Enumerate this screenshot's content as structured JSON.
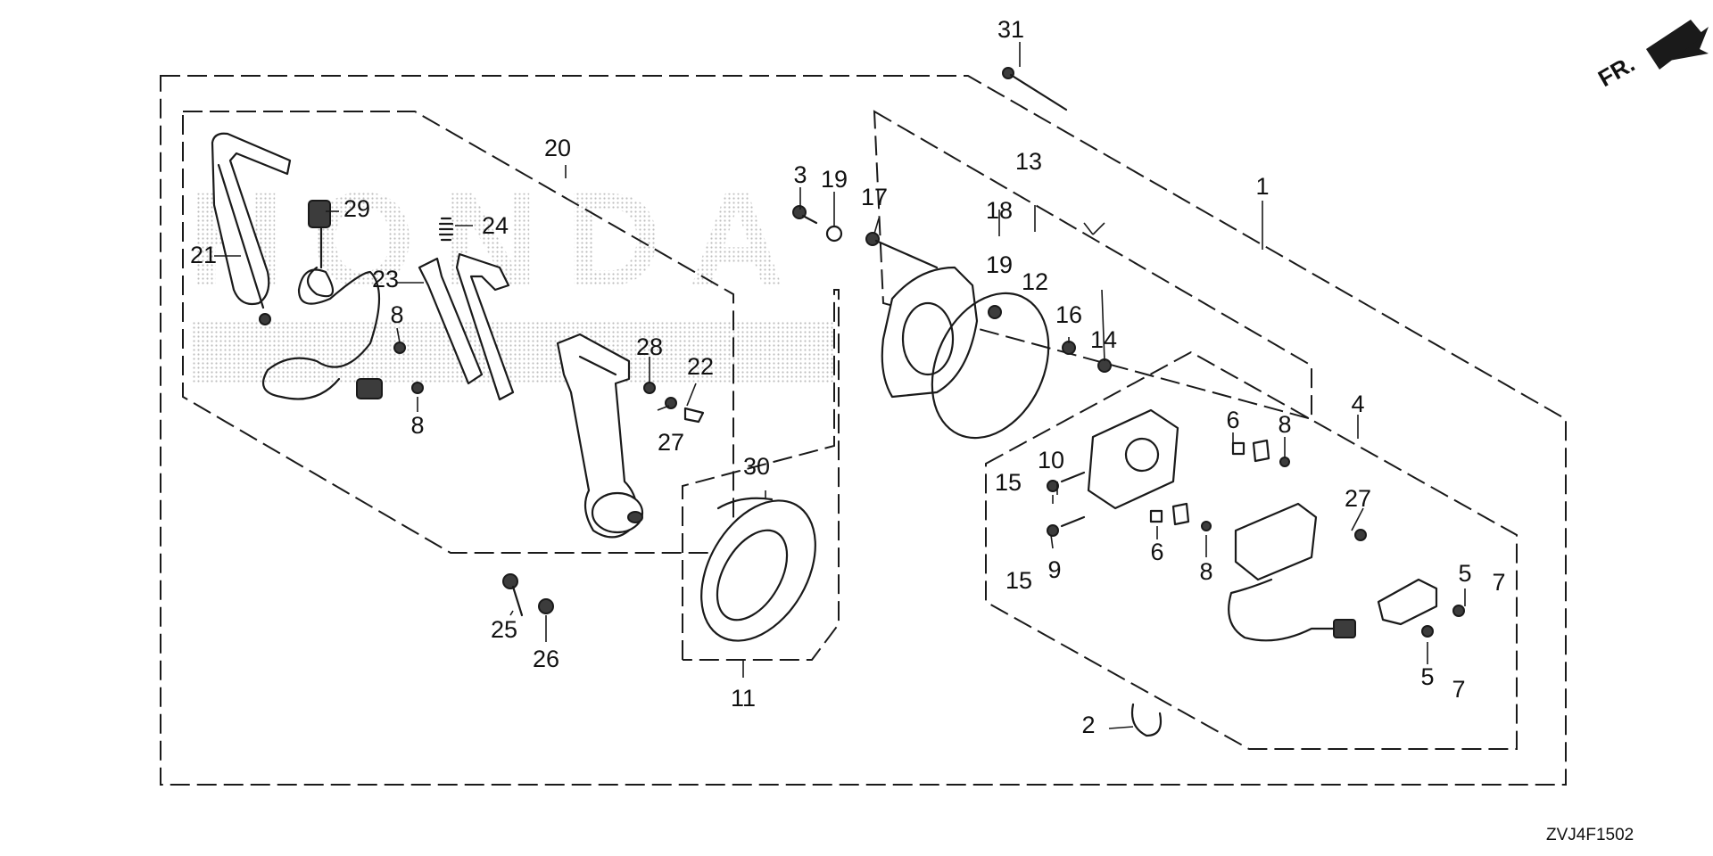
{
  "diagram_code": "ZVJ4F1502",
  "direction_label": "FR.",
  "watermark_text": "HONDA",
  "callouts": [
    {
      "id": "c1",
      "label": "1"
    },
    {
      "id": "c2",
      "label": "2"
    },
    {
      "id": "c3",
      "label": "3"
    },
    {
      "id": "c4",
      "label": "4"
    },
    {
      "id": "c5a",
      "label": "5"
    },
    {
      "id": "c5b",
      "label": "5"
    },
    {
      "id": "c6a",
      "label": "6"
    },
    {
      "id": "c6b",
      "label": "6"
    },
    {
      "id": "c7a",
      "label": "7"
    },
    {
      "id": "c7b",
      "label": "7"
    },
    {
      "id": "c8a",
      "label": "8"
    },
    {
      "id": "c8b",
      "label": "8"
    },
    {
      "id": "c8c",
      "label": "8"
    },
    {
      "id": "c8d",
      "label": "8"
    },
    {
      "id": "c9",
      "label": "9"
    },
    {
      "id": "c10",
      "label": "10"
    },
    {
      "id": "c11",
      "label": "11"
    },
    {
      "id": "c12",
      "label": "12"
    },
    {
      "id": "c13",
      "label": "13"
    },
    {
      "id": "c14",
      "label": "14"
    },
    {
      "id": "c15a",
      "label": "15"
    },
    {
      "id": "c15b",
      "label": "15"
    },
    {
      "id": "c16",
      "label": "16"
    },
    {
      "id": "c17",
      "label": "17"
    },
    {
      "id": "c18",
      "label": "18"
    },
    {
      "id": "c19a",
      "label": "19"
    },
    {
      "id": "c19b",
      "label": "19"
    },
    {
      "id": "c20",
      "label": "20"
    },
    {
      "id": "c21",
      "label": "21"
    },
    {
      "id": "c22",
      "label": "22"
    },
    {
      "id": "c23",
      "label": "23"
    },
    {
      "id": "c24",
      "label": "24"
    },
    {
      "id": "c25",
      "label": "25"
    },
    {
      "id": "c26",
      "label": "26"
    },
    {
      "id": "c27a",
      "label": "27"
    },
    {
      "id": "c27b",
      "label": "27"
    },
    {
      "id": "c28",
      "label": "28"
    },
    {
      "id": "c29",
      "label": "29"
    },
    {
      "id": "c30",
      "label": "30"
    },
    {
      "id": "c31",
      "label": "31"
    }
  ]
}
